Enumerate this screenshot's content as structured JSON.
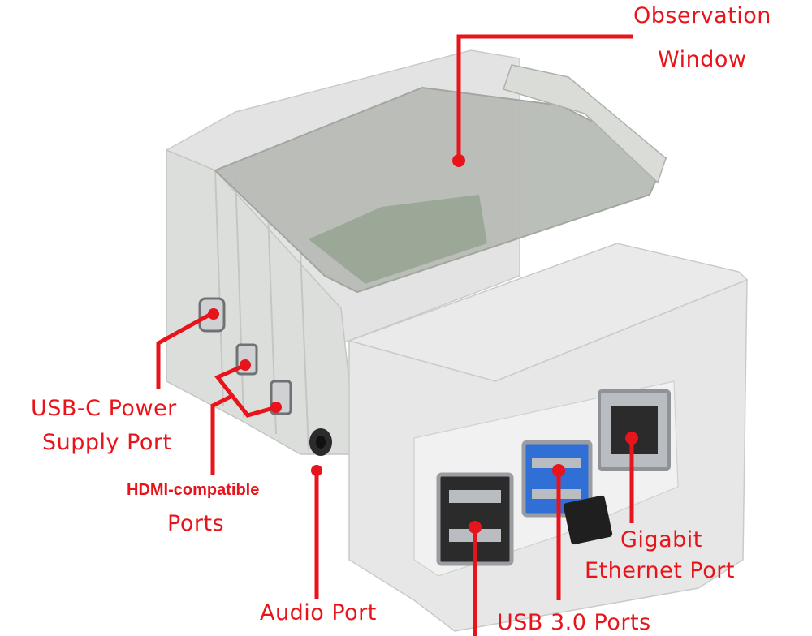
{
  "labels": {
    "observation": [
      "Observation",
      "Window"
    ],
    "usbc": [
      "USB-C Power",
      "Supply Port"
    ],
    "hdmi": [
      "HDMI-compatible",
      "Ports"
    ],
    "audio": "Audio Port",
    "usb3": "USB 3.0 Ports",
    "ethernet": [
      "Gigabit",
      "Ethernet Port"
    ]
  },
  "colors": {
    "callout": "#e8141b",
    "case": "#e6e7e6",
    "case_shadow": "#c9cbc9",
    "window": "#b8bcb6",
    "usb3_blue": "#2f6fd6",
    "port_metal": "#b9bcc0",
    "port_dark": "#2b2b2b"
  }
}
